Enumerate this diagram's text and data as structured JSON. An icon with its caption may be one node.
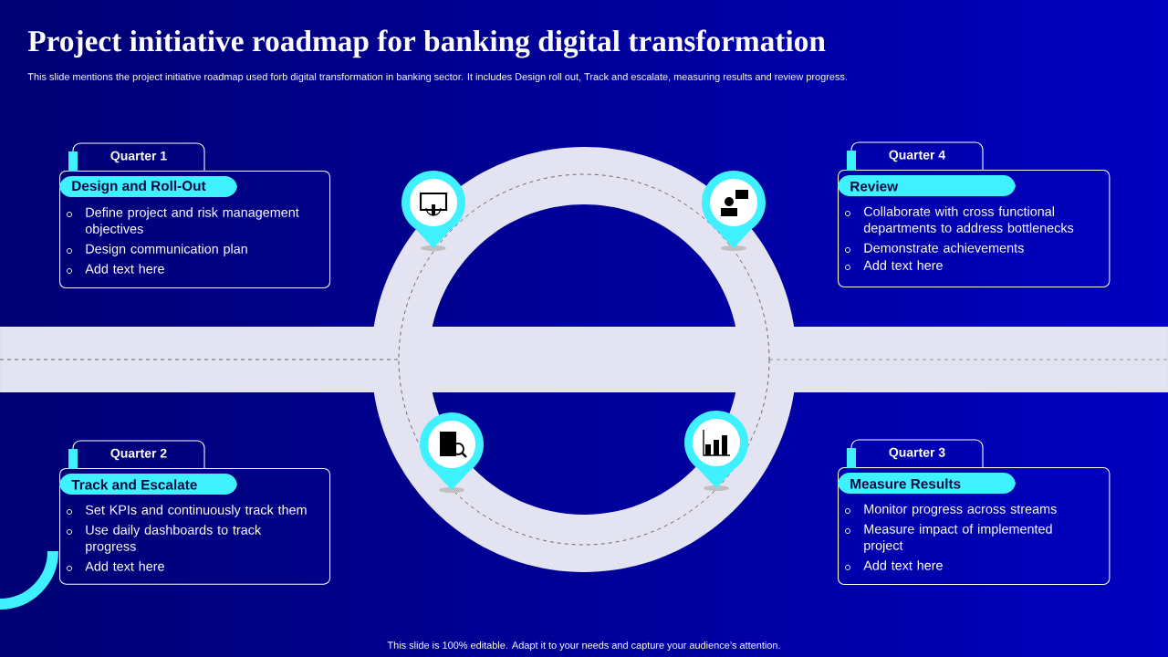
{
  "diagram": {
    "title": "Project initiative roadmap for banking digital transformation",
    "nodes": [
      {
        "text": [
          "Quarter 1",
          "Design and Roll-Out",
          "Define project and risk management objectives",
          "Design communication plan",
          "Add text here"
        ]
      },
      {
        "text": [
          "Quarter 4",
          "Review",
          "Collaborate with cross functional departments to address bottlenecks",
          "Demonstrate achievements",
          "Add text here"
        ]
      },
      {
        "text": [
          "Quarter 2",
          "Track and Escalate",
          "Set KPIs and continuously track them",
          "Use daily dashboards to track progress",
          "Add text here"
        ]
      },
      {
        "text": [
          "Quarter 3",
          "Measure Results",
          "Monitor progress across streams",
          "Measure impact of implemented project",
          "Add text here"
        ]
      }
    ],
    "labels": [
      "This slide mentions the project initiative roadmap used forb digital transformation in banking sector. It includes Design roll out, Track and escalate, measuring results and review progress.",
      "This slide is 100% editable. Adapt it to your needs and capture your audience’s attention."
    ]
  }
}
